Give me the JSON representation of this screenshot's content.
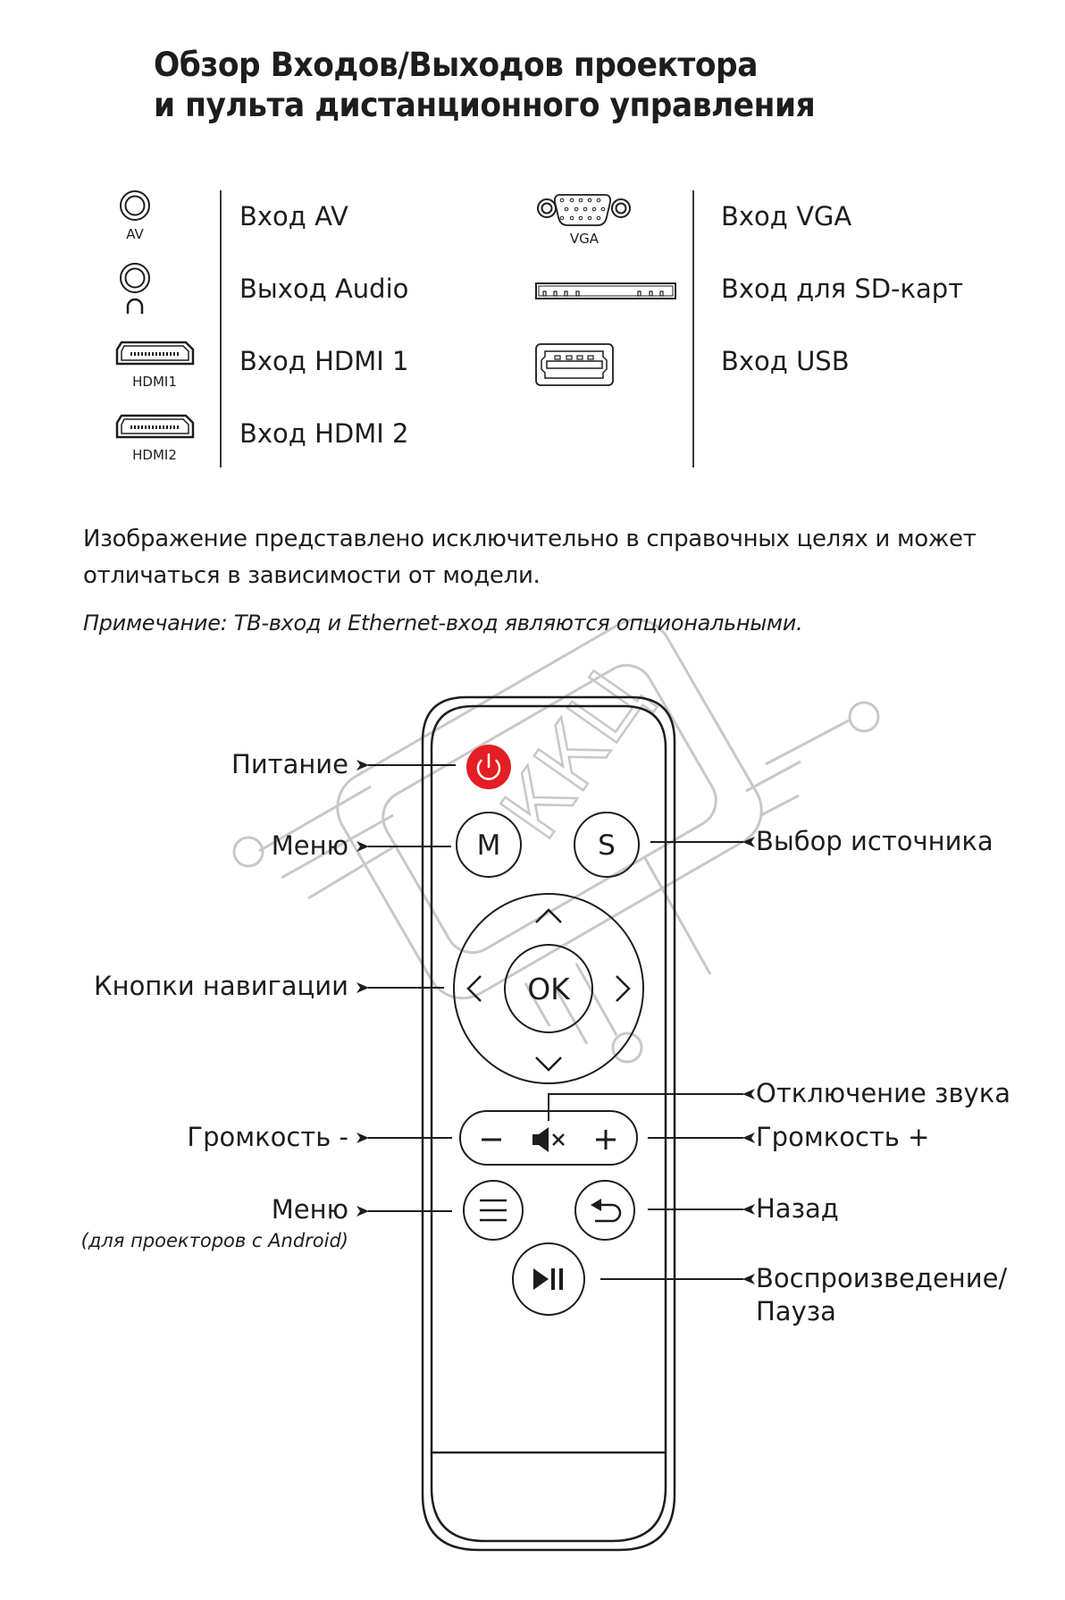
{
  "title": {
    "line1": "Обзор Входов/Выходов проектора",
    "line2": "и пульта дистанционного управления"
  },
  "ports": {
    "left": [
      {
        "icon": "av-jack-icon",
        "caption": "AV",
        "label": "Вход AV"
      },
      {
        "icon": "audio-out-jack-icon",
        "caption": "",
        "label": "Выход Audio"
      },
      {
        "icon": "hdmi-port-icon",
        "caption": "HDMI1",
        "label": "Вход HDMI 1"
      },
      {
        "icon": "hdmi-port-icon",
        "caption": "HDMI2",
        "label": "Вход HDMI 2"
      }
    ],
    "right": [
      {
        "icon": "vga-port-icon",
        "caption": "VGA",
        "label": "Вход VGA"
      },
      {
        "icon": "sd-card-slot-icon",
        "caption": "",
        "label": "Вход для SD-карт"
      },
      {
        "icon": "usb-port-icon",
        "caption": "",
        "label": "Вход USB"
      }
    ]
  },
  "disclaimer": {
    "line1": "Изображение представлено исключительно в справочных целях и может",
    "line2": "отличаться в зависимости от модели.",
    "note": "Примечание: ТВ-вход и Ethernet-вход являются опциональными."
  },
  "remote": {
    "buttons": {
      "power": "power-icon",
      "menu": "M",
      "source": "S",
      "ok": "OK",
      "vol_minus": "−",
      "vol_plus": "+",
      "mute": "mute-icon",
      "menu_android": "hamburger-icon",
      "back": "back-icon",
      "play_pause": "play-pause-icon"
    },
    "callouts_left": {
      "power": "Питание",
      "menu": "Меню",
      "navigation": "Кнопки навигации",
      "vol_minus": "Громкость -",
      "menu_android": "Меню",
      "menu_android_sub": "(для проекторов с Android)"
    },
    "callouts_right": {
      "source": "Выбор источника",
      "mute": "Отключение звука",
      "vol_plus": "Громкость +",
      "back": "Назад",
      "play_pause_1": "Воспроизведение/",
      "play_pause_2": "Пауза"
    }
  },
  "watermark": {
    "text": "ККЦ"
  },
  "colors": {
    "text": "#1d1d1b",
    "power_button": "#e31e24",
    "watermark": "#c4c4c4"
  }
}
